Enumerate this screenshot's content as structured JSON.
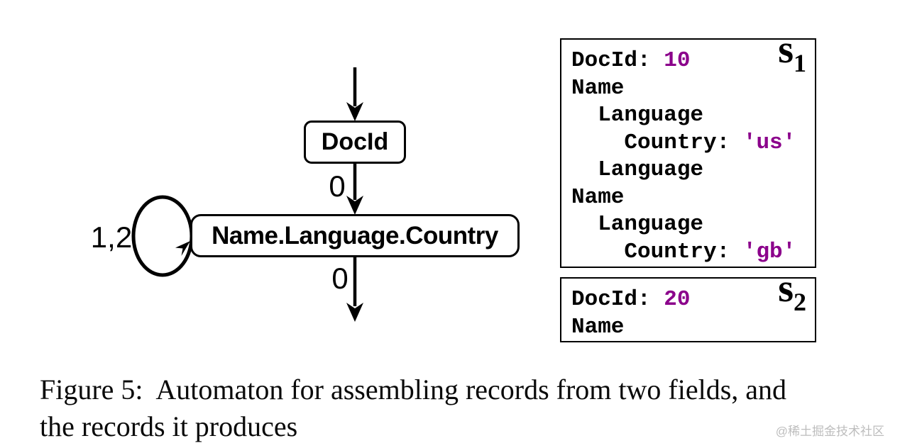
{
  "colors": {
    "ink": "#000000",
    "value": "#8B008B",
    "watermark": "#bdbdbd"
  },
  "automaton": {
    "nodes": [
      {
        "id": "docid",
        "label": "DocId"
      },
      {
        "id": "name-language-country",
        "label": "Name.Language.Country"
      }
    ],
    "edge_labels": [
      {
        "edge": "docid-to-name-language-country",
        "text": "0"
      },
      {
        "edge": "name-language-country-to-end",
        "text": "0"
      },
      {
        "edge": "self-loop",
        "text": "1,2"
      }
    ]
  },
  "records": [
    {
      "id": "s1",
      "label_main": "s",
      "label_sub": "1",
      "lines": [
        {
          "text": "DocId: ",
          "value": "10"
        },
        {
          "text": "Name"
        },
        {
          "text": "  Language"
        },
        {
          "text": "    Country: ",
          "value": "'us'"
        },
        {
          "text": "  Language"
        },
        {
          "text": "Name"
        },
        {
          "text": "  Language"
        },
        {
          "text": "    Country: ",
          "value": "'gb'"
        }
      ]
    },
    {
      "id": "s2",
      "label_main": "s",
      "label_sub": "2",
      "lines": [
        {
          "text": "DocId: ",
          "value": "20"
        },
        {
          "text": "Name"
        }
      ]
    }
  ],
  "caption": {
    "line1": "Figure 5:  Automaton for assembling records from two fields, and",
    "line2": "the records it produces"
  },
  "watermark": {
    "text": "@稀土掘金技术社区"
  }
}
